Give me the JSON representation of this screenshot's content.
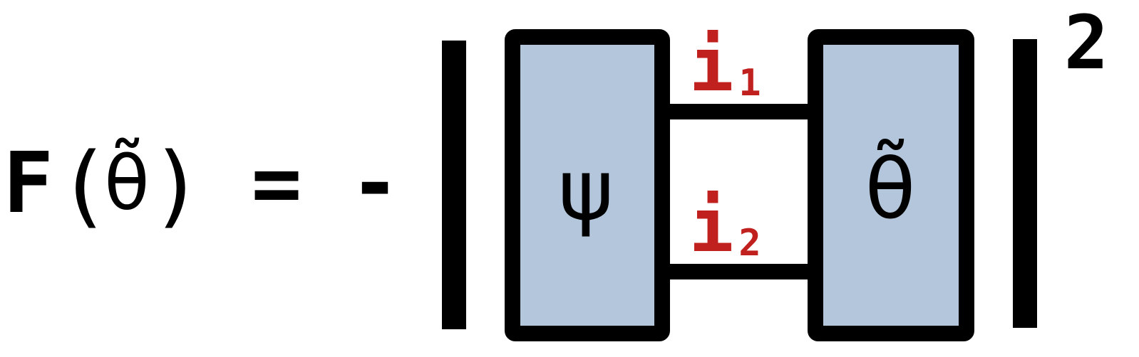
{
  "equation": {
    "lhs_function": "F",
    "lhs_open_paren": "(",
    "lhs_argument": "θ̃",
    "lhs_close_paren": ")",
    "equals_sign": "=",
    "minus_sign": "-",
    "exponent": "2"
  },
  "diagram": {
    "left_tensor_label": "ψ",
    "right_tensor_label": "θ̃",
    "bond_top_index": "i",
    "bond_top_subscript": "1",
    "bond_bottom_index": "i",
    "bond_bottom_subscript": "2"
  },
  "colors": {
    "tensor_fill": "#b3c6dc",
    "stroke": "#000000",
    "index_label": "#c0201e"
  }
}
